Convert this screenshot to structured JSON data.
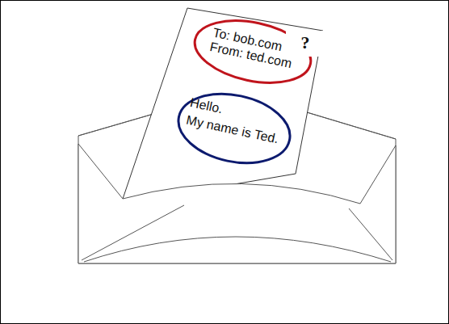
{
  "diagram": {
    "nodes": [
      {
        "text": [
          "To: bob.com",
          "From: ted.com"
        ]
      },
      {
        "text": [
          "Hello.",
          "My name is Ted."
        ]
      },
      {
        "text": [
          "?"
        ]
      }
    ]
  }
}
